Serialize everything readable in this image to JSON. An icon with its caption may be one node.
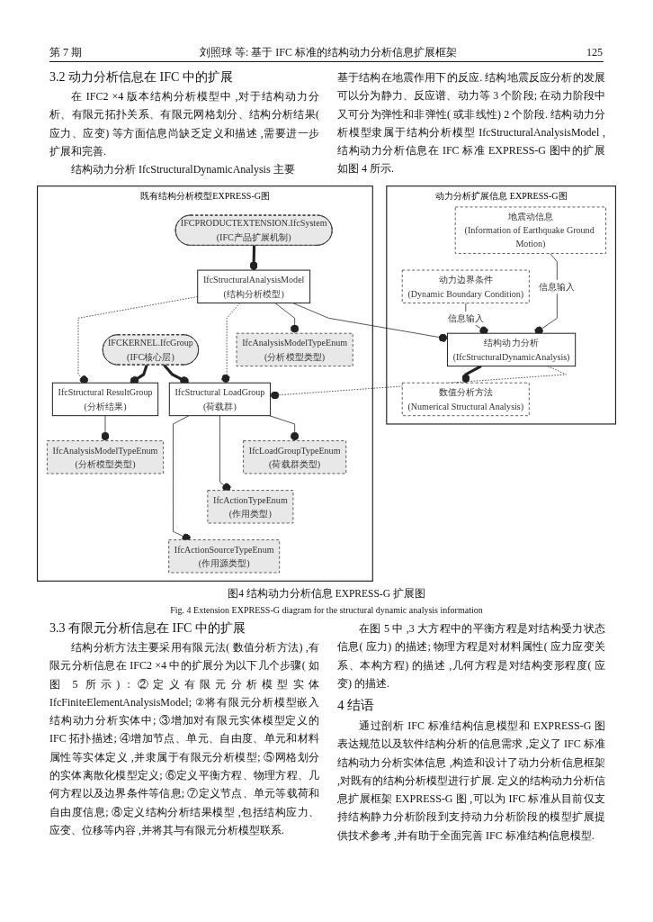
{
  "diagram": {
    "caption": "图4 结构动力分析信息 EXPRESS-G 扩展图",
    "nodes": [
      {
        "text": [
          "动力分析扩展信息 EXPRESS-G图"
        ]
      },
      {
        "text": [
          "既有结构分析模型EXPRESS-G图"
        ]
      },
      {
        "text": [
          "地震动信息",
          "(Information of Earthquake Ground Motion)"
        ],
        "in": 0
      },
      {
        "text": [
          "动力边界条件",
          "(Dynamic Boundary Condition)"
        ],
        "in": 0
      },
      {
        "text": [
          "结构动力分析",
          "(IfcStructuralDynamicAnalysis)"
        ],
        "in": 0
      },
      {
        "text": [
          "数值分析方法",
          "(Numerical Structural Analysis)"
        ],
        "in": 0
      },
      {
        "text": [
          "IFCPRODUCTEXTENSION.IfcSystem",
          "(IFC产品扩展机制)"
        ],
        "in": 1
      },
      {
        "text": [
          "IfcStructuralAnalysisModel",
          "(结构分析模型)"
        ],
        "in": 1
      },
      {
        "text": [
          "IfcAnalysisModelTypeEnum",
          "(分析模型类型)"
        ],
        "in": 1
      },
      {
        "text": [
          "IfcStructural LoadGroup",
          "(荷载群)"
        ],
        "in": 1
      },
      {
        "text": [
          "IfcLoadGroupTypeEnum",
          "(荷载群类型)"
        ],
        "in": 1
      },
      {
        "text": [
          "IfcActionTypeEnum",
          "(作用类型)"
        ],
        "in": 1
      },
      {
        "text": [
          "IfcActionSourceTypeEnum",
          "(作用源类型)"
        ],
        "in": 1
      },
      {
        "text": [
          "IfcAnalysisModelTypeEnum",
          "(分析模型类型)"
        ],
        "in": 1
      },
      {
        "text": [
          "IfcStructural ResultGroup",
          "(分析结果)"
        ],
        "in": 1
      },
      {
        "text": [
          "IFCKERNEL.IfcGroup",
          "(IFC核心层)"
        ],
        "in": 1
      }
    ],
    "edges": [
      {
        "from": 2,
        "to": 4,
        "arrow": "other",
        "label": "信息输入"
      },
      {
        "from": 3,
        "to": 4,
        "arrow": "other",
        "label": "信息输入"
      },
      {
        "from": 7,
        "to": 4,
        "arrow": "other"
      },
      {
        "from": 6,
        "to": 7,
        "arrow": "other",
        "style": "thick"
      },
      {
        "from": 7,
        "to": 8,
        "arrow": "other"
      },
      {
        "from": 7,
        "to": 9,
        "arrow": "other",
        "style": "dashed"
      },
      {
        "from": 7,
        "to": 14,
        "arrow": "other",
        "style": "dashed"
      },
      {
        "from": 4,
        "to": 9,
        "arrow": "other",
        "style": "dashed"
      },
      {
        "from": 4,
        "to": 5,
        "arrow": "other",
        "style": "thick"
      },
      {
        "from": 9,
        "to": 10,
        "arrow": "other"
      },
      {
        "from": 9,
        "to": 11,
        "arrow": "other"
      },
      {
        "from": 9,
        "to": 12,
        "arrow": "other"
      },
      {
        "from": 14,
        "to": 13,
        "arrow": "other"
      },
      {
        "from": 15,
        "to": 9,
        "arrow": "other",
        "style": "thick"
      },
      {
        "from": 15,
        "to": 14,
        "arrow": "other",
        "style": "thick"
      }
    ],
    "labels": [
      "第 7 期",
      "刘照球 等: 基于 IFC 标准的结构动力分析信息扩展框架",
      "125",
      "3.2 动力分析信息在 IFC 中的扩展",
      "在 IFC2 ×4 版本结构分析模型中 ,对于结构动力分析、有限元拓扑关系、有限元网格划分、结构分析结果( 应力、应变) 等方面信息尚缺乏定义和描述 ,需要进一步扩展和完善.",
      "结构动力分析 IfcStructuralDynamicAnalysis 主要",
      "基于结构在地震作用下的反应. 结构地震反应分析的发展可以分为静力、反应谱、动力等 3 个阶段; 在动力阶段中又可分为弹性和非弹性( 或非线性) 2 个阶段. 结构动力分析模型隶属于结构分析模型 IfcStructuralAnalysisModel ,结构动力分析信息在 IFC 标准 EXPRESS-G 图中的扩展如图 4 所示.",
      "Fig. 4 Extension EXPRESS-G diagram for the structural dynamic analysis information",
      "3.3 有限元分析信息在 IFC 中的扩展",
      "结构分析方法主要采用有限元法( 数值分析方法) ,有限元分析信息在 IFC2 ×4 中的扩展分为以下几个步骤( 如图 5 所示) : ②定义有限元分析模型实体 IfcFiniteElementAnalysisModel; ②将有限元分析模型嵌入结构动力分析实体中; ③增加对有限元实体模型定义的 IFC 拓扑描述; ④增加节点、单元、自由度、单元和材料属性等实体定义 ,并隶属于有限元分析模型; ⑤网格划分的实体离散化模型定义; ⑥定义平衡方程、物理方程、几何方程以及边界条件等信息; ⑦定义节点、单元等载荷和自由度信息; ⑧定义结构分析结果模型 ,包括结构应力、应变、位移等内容 ,并将其与有限元分析模型联系.",
      "在图 5 中 ,3 大方程中的平衡方程是对结构受力状态信息( 应力) 的描述; 物理方程是对材料属性( 应力应变关系、本构方程) 的描述 ,几何方程是对结构变形程度( 应变) 的描述.",
      "4 结语",
      "通过剖析 IFC 标准结构信息模型和 EXPRESS-G 图表达规范以及软件结构分析的信息需求 ,定义了 IFC 标准结构动力分析实体信息 ,构造和设计了动力分析信息框架 ,对既有的结构分析模型进行扩展. 定义的结构动力分析信息扩展框架 EXPRESS-G 图 ,可以为 IFC 标准从目前仅支持结构静力分析阶段到支持动力分析阶段的模型扩展提供技术参考 ,并有助于全面完善 IFC 标准结构信息模型."
    ]
  }
}
